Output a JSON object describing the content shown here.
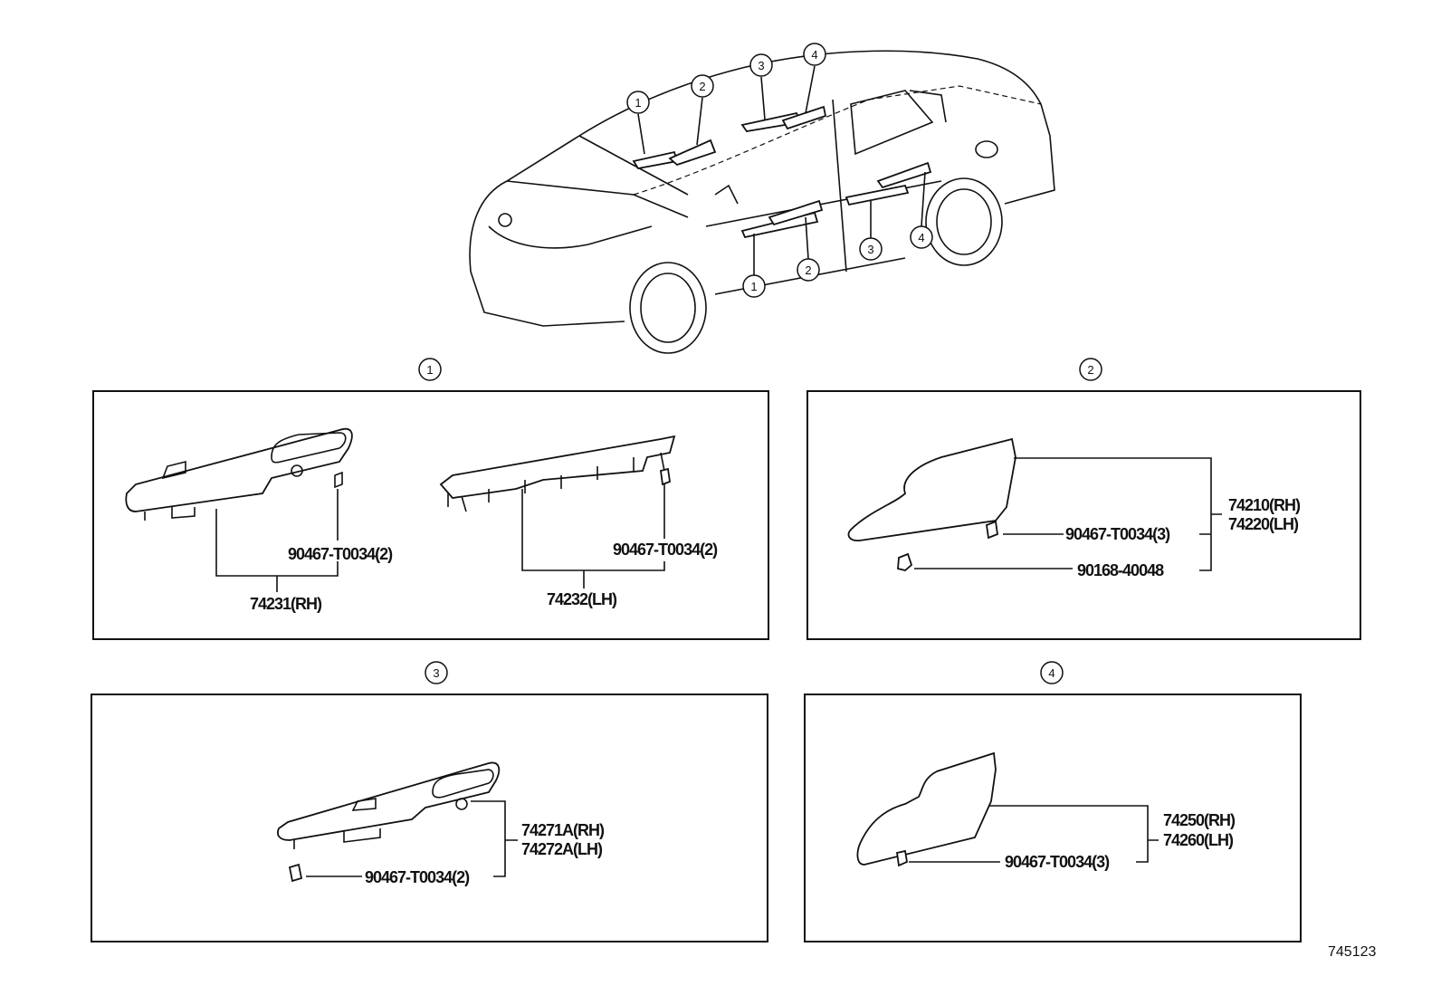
{
  "diagram_id": "745123",
  "overview": {
    "callouts_top": [
      "1",
      "2",
      "3",
      "4"
    ],
    "callouts_bottom": [
      "1",
      "2",
      "3",
      "4"
    ]
  },
  "sections": [
    {
      "number": "1",
      "parts": [
        {
          "part_no": "74231(RH)"
        },
        {
          "part_no": "90467-T0034(2)"
        },
        {
          "part_no": "74232(LH)"
        },
        {
          "part_no": "90467-T0034(2)"
        }
      ]
    },
    {
      "number": "2",
      "parts": [
        {
          "part_no": "74210(RH)"
        },
        {
          "part_no": "74220(LH)"
        },
        {
          "part_no": "90467-T0034(3)"
        },
        {
          "part_no": "90168-40048"
        }
      ]
    },
    {
      "number": "3",
      "parts": [
        {
          "part_no": "74271A(RH)"
        },
        {
          "part_no": "74272A(LH)"
        },
        {
          "part_no": "90467-T0034(2)"
        }
      ]
    },
    {
      "number": "4",
      "parts": [
        {
          "part_no": "74250(RH)"
        },
        {
          "part_no": "74260(LH)"
        },
        {
          "part_no": "90467-T0034(3)"
        }
      ]
    }
  ]
}
